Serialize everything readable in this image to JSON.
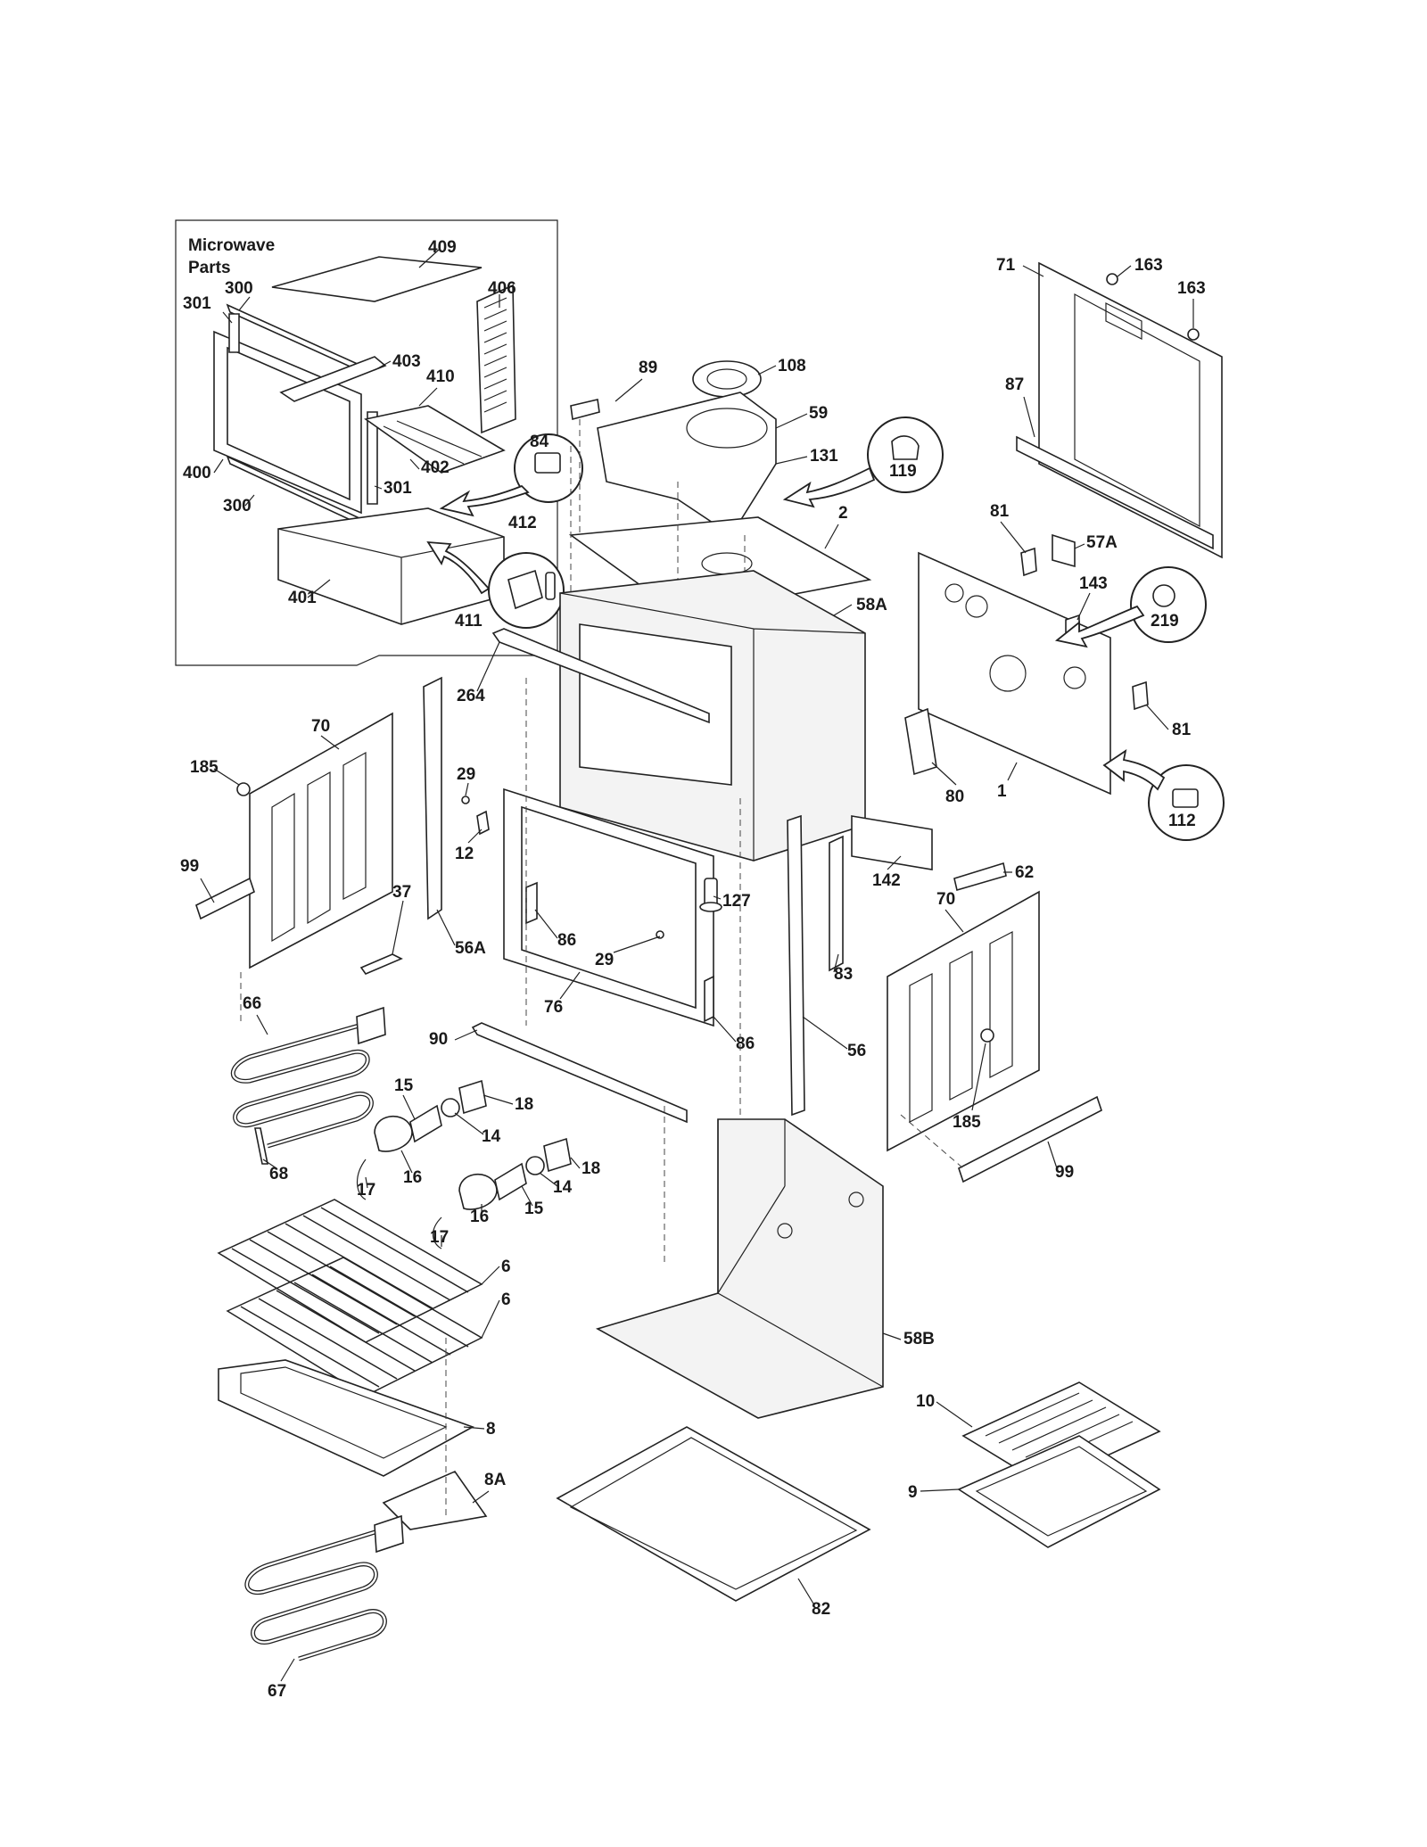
{
  "inset": {
    "title_line1": "Microwave",
    "title_line2": "Parts"
  },
  "labels": {
    "p409": "409",
    "p406": "406",
    "p300a": "300",
    "p301a": "301",
    "p403": "403",
    "p410": "410",
    "p400": "400",
    "p402": "402",
    "p301b": "301",
    "p300b": "300",
    "p84": "84",
    "p412": "412",
    "p401": "401",
    "p411": "411",
    "p89": "89",
    "p108": "108",
    "p59": "59",
    "p131": "131",
    "p119": "119",
    "p2": "2",
    "p163a": "163",
    "p163b": "163",
    "p71": "71",
    "p87": "87",
    "p81a": "81",
    "p57A": "57A",
    "p143": "143",
    "p219": "219",
    "p58A": "58A",
    "p81b": "81",
    "p264": "264",
    "p70a": "70",
    "p185a": "185",
    "p29a": "29",
    "p12": "12",
    "p99a": "99",
    "p37": "37",
    "p56A": "56A",
    "p80": "80",
    "p1": "1",
    "p112": "112",
    "p62": "62",
    "p142": "142",
    "p127": "127",
    "p86a": "86",
    "p29b": "29",
    "p83": "83",
    "p70b": "70",
    "p76": "76",
    "p86b": "86",
    "p56": "56",
    "p66": "66",
    "p90": "90",
    "p15a": "15",
    "p18a": "18",
    "p14a": "14",
    "p185b": "185",
    "p68": "68",
    "p18b": "18",
    "p99b": "99",
    "p17a": "17",
    "p16a": "16",
    "p14b": "14",
    "p15b": "15",
    "p16b": "16",
    "p17b": "17",
    "p6a": "6",
    "p6b": "6",
    "p58B": "58B",
    "p8": "8",
    "p10": "10",
    "p9": "9",
    "p8A": "8A",
    "p82": "82",
    "p67": "67"
  },
  "colors": {
    "ink": "#222222",
    "panel_fill": "#f3f3f3",
    "background": "#ffffff"
  }
}
